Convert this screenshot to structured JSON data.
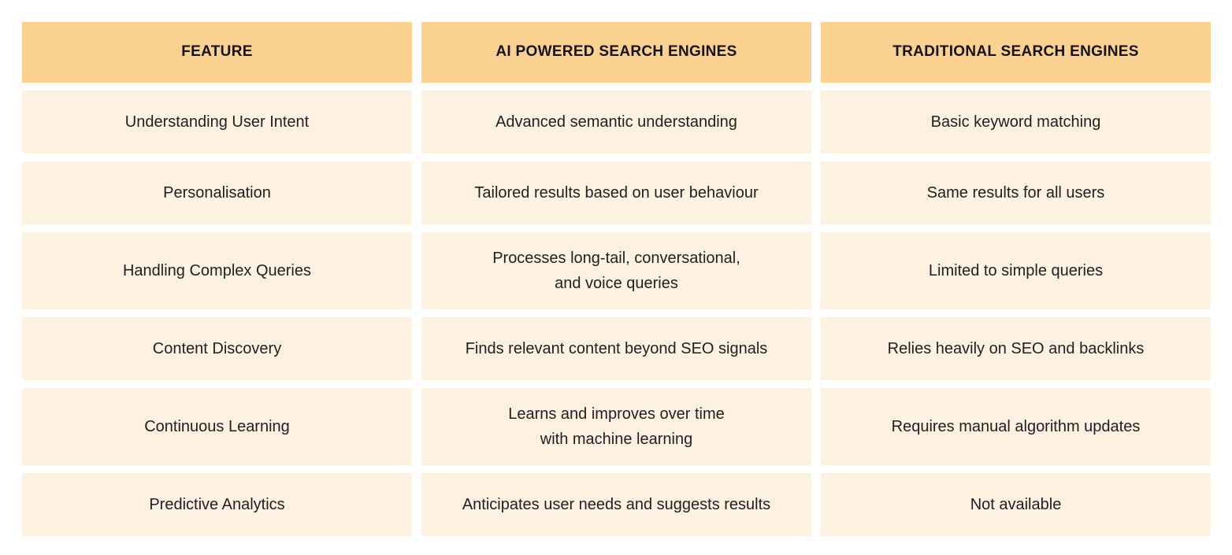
{
  "table": {
    "columns": [
      {
        "header": "FEATURE"
      },
      {
        "header": "AI POWERED SEARCH ENGINES"
      },
      {
        "header": "TRADITIONAL SEARCH ENGINES"
      }
    ],
    "rows": [
      {
        "feature": "Understanding User Intent",
        "ai": "Advanced semantic understanding",
        "traditional": "Basic keyword matching"
      },
      {
        "feature": "Personalisation",
        "ai": "Tailored results based on user behaviour",
        "traditional": "Same results for all users"
      },
      {
        "feature": "Handling Complex Queries",
        "ai": "Processes long-tail, conversational,\nand voice queries",
        "traditional": "Limited to simple queries"
      },
      {
        "feature": "Content Discovery",
        "ai": "Finds relevant content beyond SEO signals",
        "traditional": "Relies heavily on SEO and backlinks"
      },
      {
        "feature": "Continuous Learning",
        "ai": "Learns and improves over time\nwith machine learning",
        "traditional": "Requires manual algorithm updates"
      },
      {
        "feature": "Predictive Analytics",
        "ai": "Anticipates user needs and suggests results",
        "traditional": "Not available"
      }
    ]
  },
  "colors": {
    "header_bg": "#FBD191",
    "cell_bg": "#FDF1E2",
    "header_text": "#161213",
    "body_text": "#221D1E",
    "page_bg": "#FFFFFF"
  }
}
